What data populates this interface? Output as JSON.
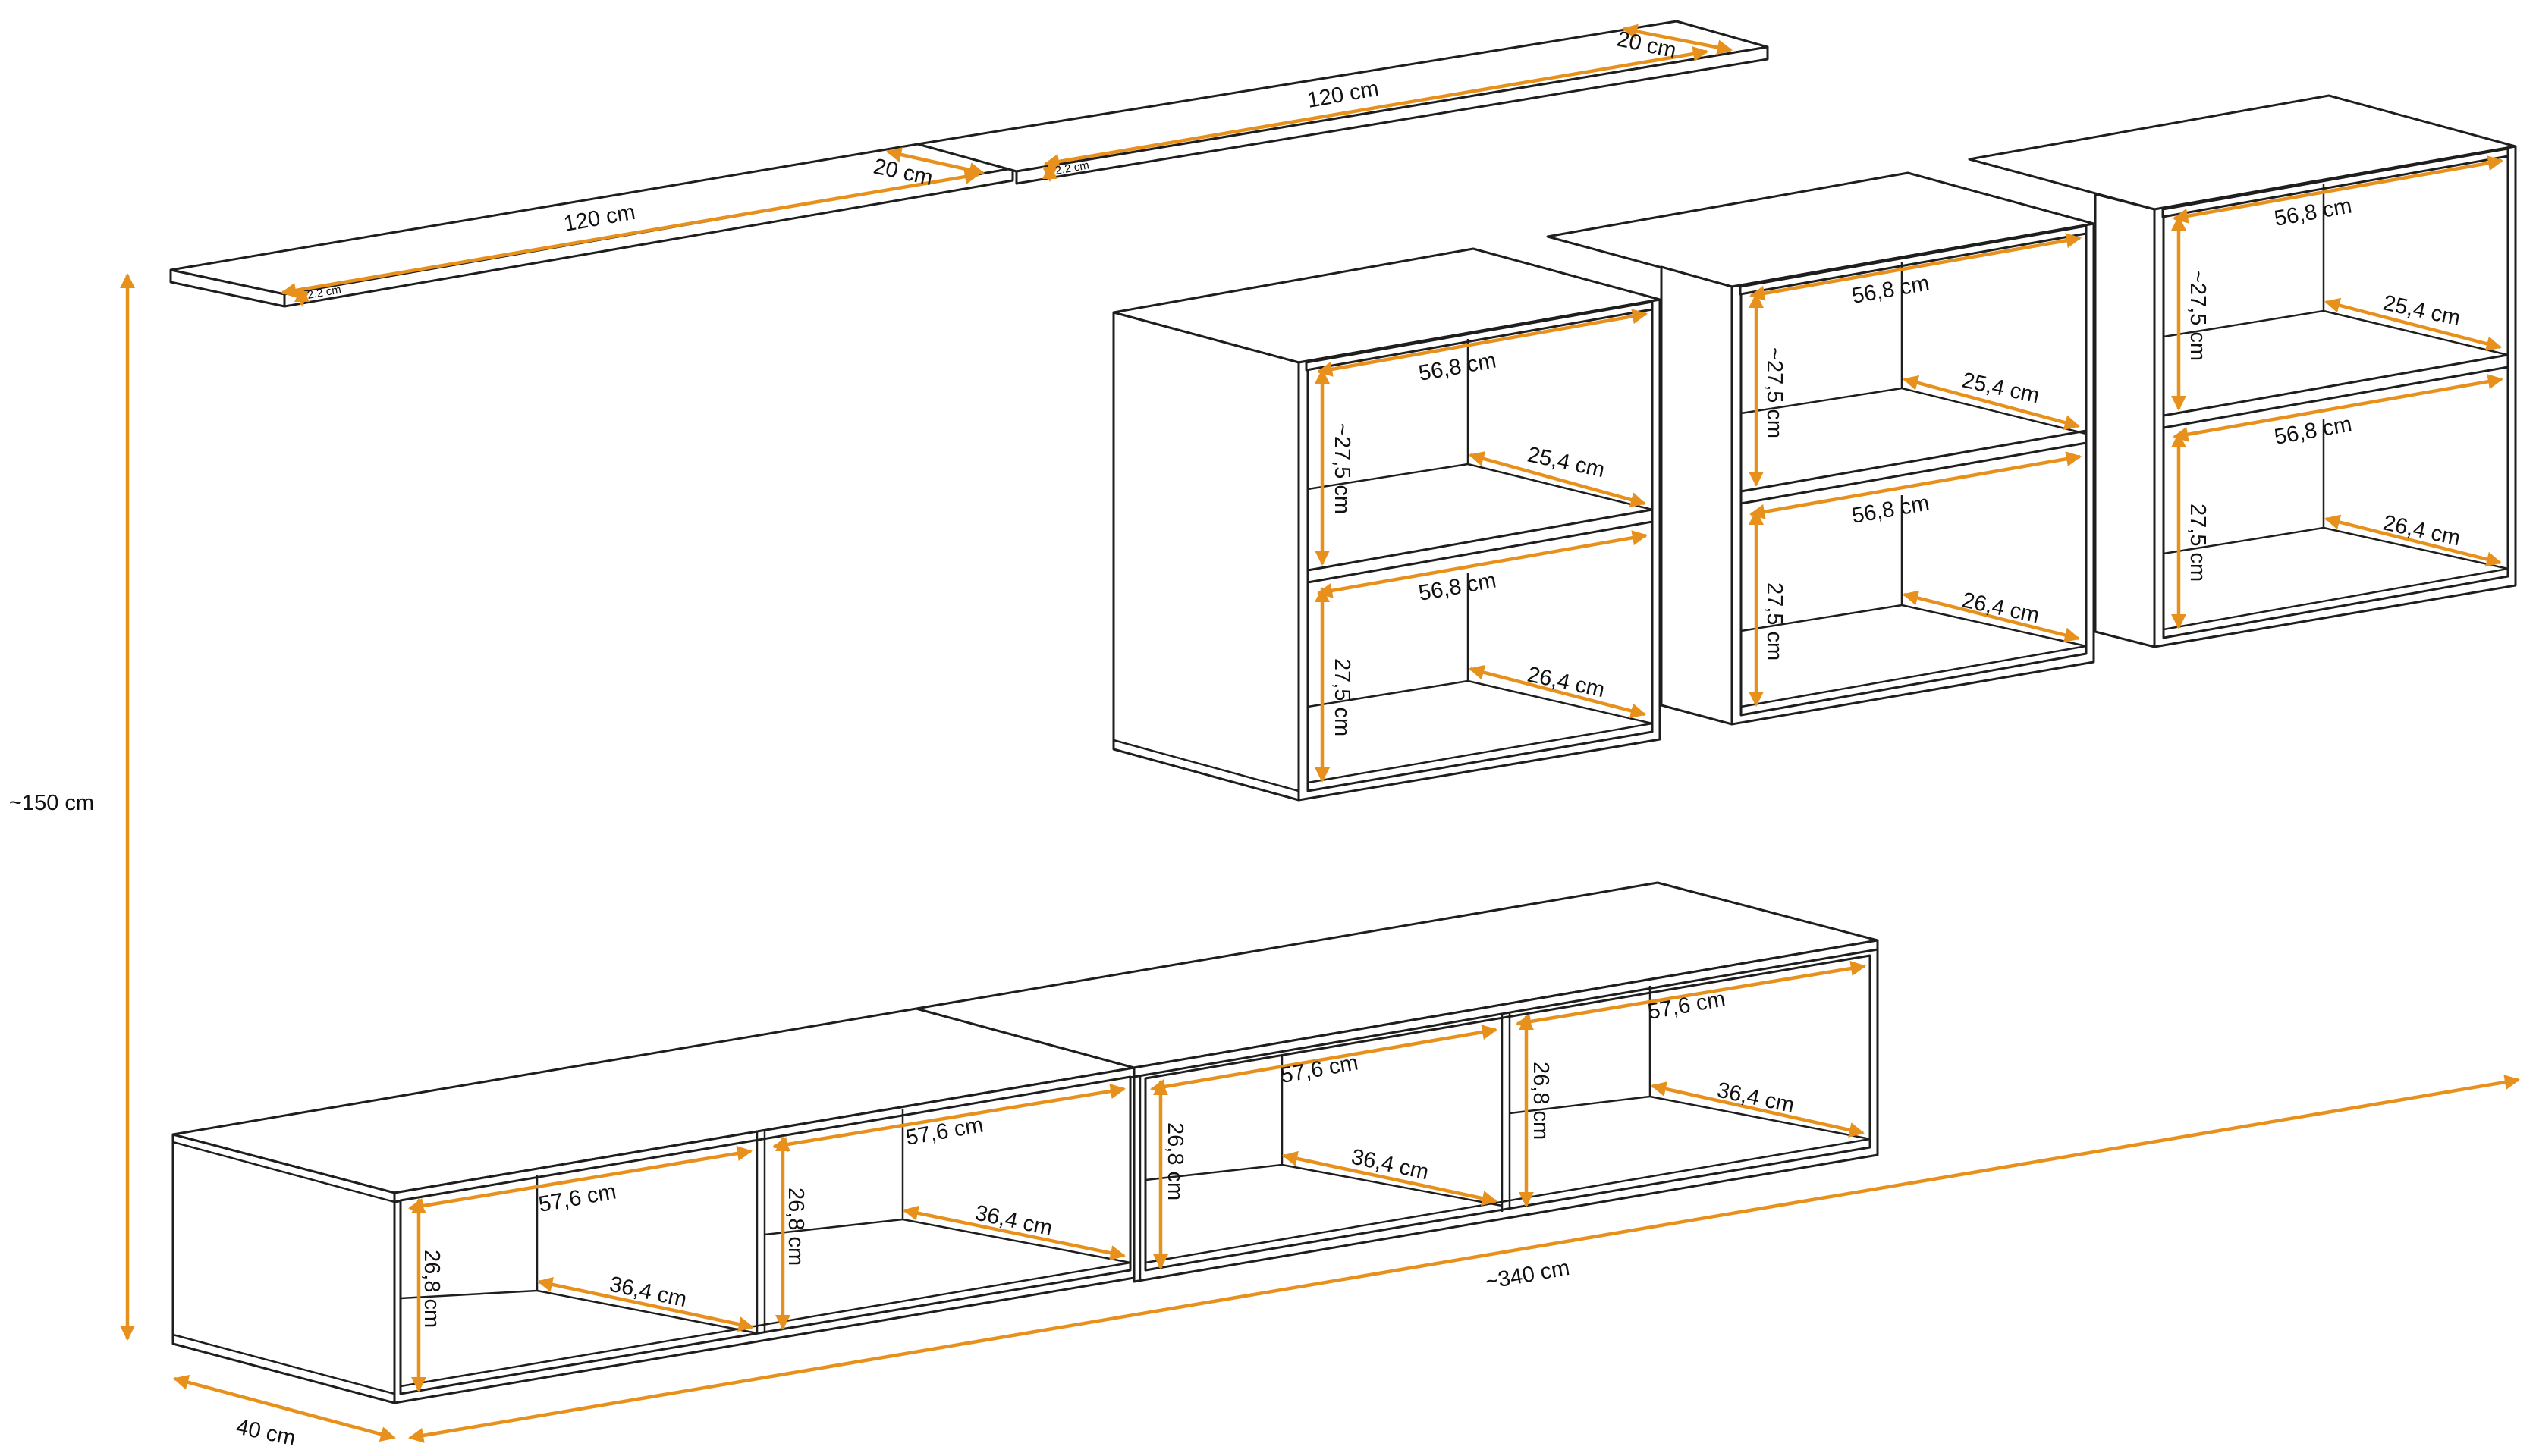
{
  "colors": {
    "dimension_line": "#e8901c",
    "outline": "#1e1e1e",
    "background": "#ffffff"
  },
  "dimensions": {
    "height_total": "~150 cm",
    "width_total": "~340 cm",
    "depth_lowboard": "40 cm"
  },
  "shelves": {
    "length": "120 cm",
    "depth": "20 cm",
    "thickness": "2,2 cm"
  },
  "wall_cabinets": {
    "inner_width": "56,8 cm",
    "upper_height": "~27,5 cm",
    "lower_height": "27,5 cm",
    "upper_depth": "25,4 cm",
    "lower_depth": "26,4 cm"
  },
  "lowboards": {
    "inner_width": "57,6 cm",
    "inner_height": "26,8 cm",
    "inner_depth": "36,4 cm"
  }
}
